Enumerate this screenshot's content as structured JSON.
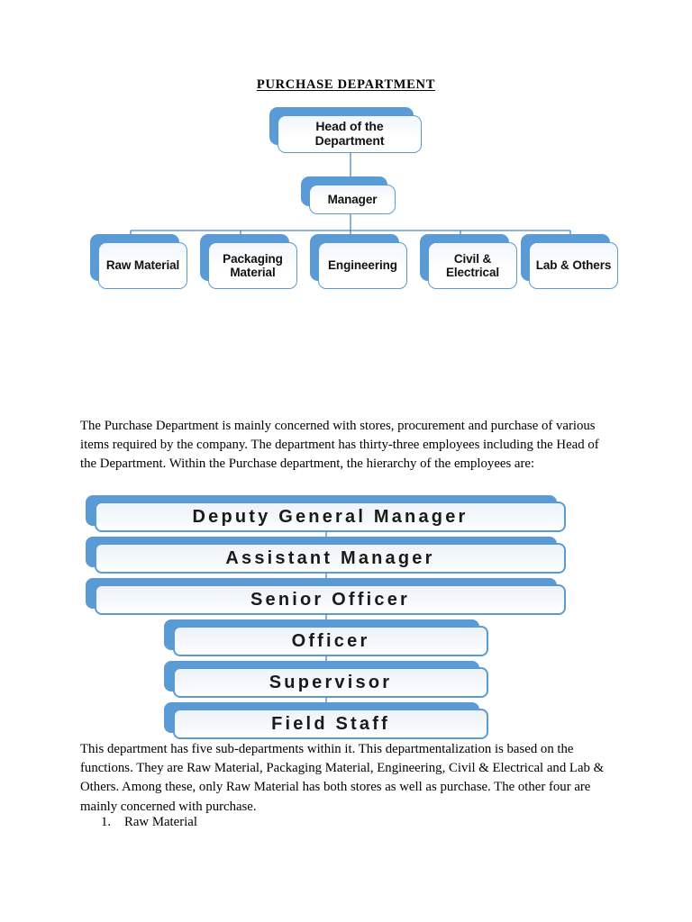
{
  "document": {
    "title": "PURCHASE DEPARTMENT",
    "background_color": "#ffffff",
    "accent_color": "#5B9BD5"
  },
  "org_chart": {
    "head": {
      "label": "Head of the Department"
    },
    "manager": {
      "label": "Manager"
    },
    "sub_departments": [
      {
        "label": "Raw Material"
      },
      {
        "label": "Packaging Material"
      },
      {
        "label": "Engineering"
      },
      {
        "label": "Civil & Electrical"
      },
      {
        "label": "Lab & Others"
      }
    ]
  },
  "paragraphs": {
    "intro": "The Purchase Department is mainly concerned with stores, procurement and purchase of various items required by the company. The department has thirty-three employees including the Head of the Department. Within the Purchase department, the hierarchy of the employees are:",
    "outro": "This department has five sub-departments within it. This departmentalization is based on the functions. They are Raw Material, Packaging Material, Engineering, Civil & Electrical and Lab & Others. Among these, only Raw Material has both stores as well as purchase. The other four are mainly concerned with purchase."
  },
  "hierarchy": {
    "levels": [
      {
        "label": "Deputy General Manager"
      },
      {
        "label": "Assistant Manager"
      },
      {
        "label": "Senior Officer"
      },
      {
        "label": "Officer"
      },
      {
        "label": "Supervisor"
      },
      {
        "label": "Field Staff"
      }
    ]
  },
  "numbered_list": [
    {
      "number": "1.",
      "label": "Raw Material"
    }
  ]
}
